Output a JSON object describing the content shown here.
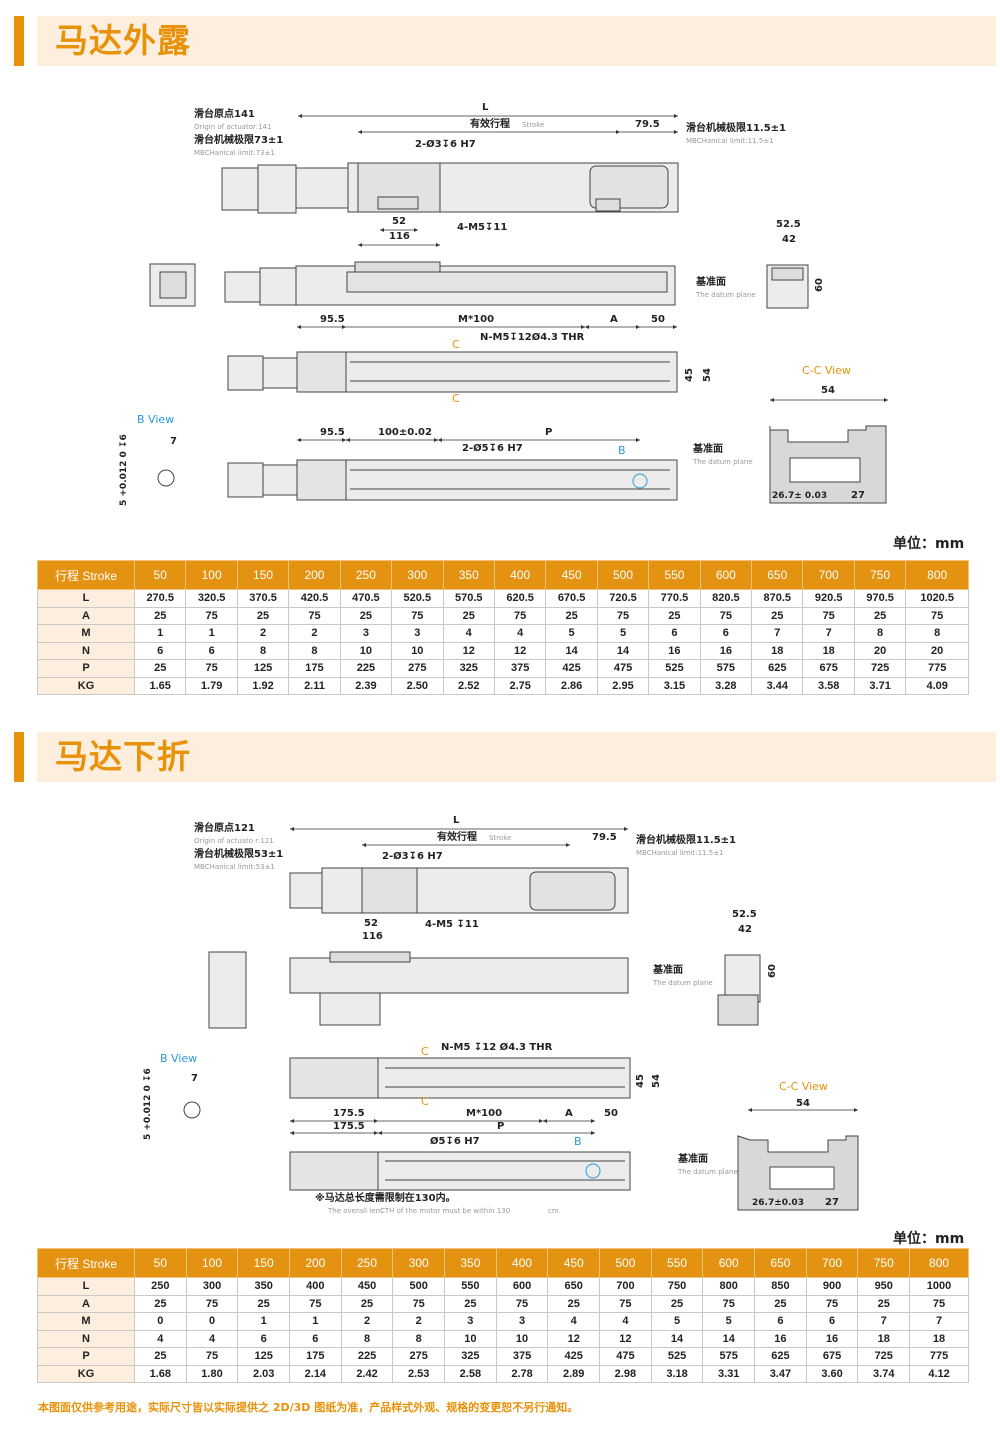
{
  "s1": {
    "title": "马达外露",
    "labels": {
      "L": "L",
      "stroke_cn": "有效行程",
      "stroke_en": "Stroke",
      "d79": "79.5",
      "origin_cn": "滑台原点141",
      "origin_en": "Origin of actuator:141",
      "lim_left_cn": "滑台机械极限73±1",
      "lim_left_en": "MBCHanical limit:73±1",
      "lim_right_cn": "滑台机械极限11.5±1",
      "lim_right_en": "MBCHanical limit:11.5±1",
      "hole1": "2-Ø3↧6 H7",
      "d52": "52",
      "d116": "116",
      "m5": "4-M5↧11",
      "d52_5": "52.5",
      "d42": "42",
      "d60": "60",
      "datum1_cn": "基准面",
      "datum1_en": "The datum plane",
      "d95a": "95.5",
      "m100": "M*100",
      "A": "A",
      "d50": "50",
      "nm5": "N-M5↧12Ø4.3 THR",
      "c1": "C",
      "c2": "C",
      "d45": "45",
      "d54": "54",
      "ccview": "C-C View",
      "cc54": "54",
      "bview": "B View",
      "b7": "7",
      "btol": "5 +0.012 0 ↧6",
      "d95b": "95.5",
      "d100": "100±0.02",
      "P": "P",
      "hole2": "2-Ø5↧6 H7",
      "B": "B",
      "datum2_cn": "基准面",
      "datum2_en": "The datum plane",
      "cc267": "26.7± 0.03",
      "cc27": "27"
    },
    "unit": "单位：mm",
    "table": {
      "header": [
        "行程 Stroke",
        "50",
        "100",
        "150",
        "200",
        "250",
        "300",
        "350",
        "400",
        "450",
        "500",
        "550",
        "600",
        "650",
        "700",
        "750",
        "800"
      ],
      "rows": [
        [
          "L",
          "270.5",
          "320.5",
          "370.5",
          "420.5",
          "470.5",
          "520.5",
          "570.5",
          "620.5",
          "670.5",
          "720.5",
          "770.5",
          "820.5",
          "870.5",
          "920.5",
          "970.5",
          "1020.5"
        ],
        [
          "A",
          "25",
          "75",
          "25",
          "75",
          "25",
          "75",
          "25",
          "75",
          "25",
          "75",
          "25",
          "75",
          "25",
          "75",
          "25",
          "75"
        ],
        [
          "M",
          "1",
          "1",
          "2",
          "2",
          "3",
          "3",
          "4",
          "4",
          "5",
          "5",
          "6",
          "6",
          "7",
          "7",
          "8",
          "8"
        ],
        [
          "N",
          "6",
          "6",
          "8",
          "8",
          "10",
          "10",
          "12",
          "12",
          "14",
          "14",
          "16",
          "16",
          "18",
          "18",
          "20",
          "20"
        ],
        [
          "P",
          "25",
          "75",
          "125",
          "175",
          "225",
          "275",
          "325",
          "375",
          "425",
          "475",
          "525",
          "575",
          "625",
          "675",
          "725",
          "775"
        ],
        [
          "KG",
          "1.65",
          "1.79",
          "1.92",
          "2.11",
          "2.39",
          "2.50",
          "2.52",
          "2.75",
          "2.86",
          "2.95",
          "3.15",
          "3.28",
          "3.44",
          "3.58",
          "3.71",
          "4.09"
        ]
      ]
    }
  },
  "s2": {
    "title": "马达下折",
    "labels": {
      "L": "L",
      "stroke_cn": "有效行程",
      "stroke_en": "Stroke",
      "d79": "79.5",
      "origin_cn": "滑台原点121",
      "origin_en": "Origin of actuato  r:121",
      "lim_left_cn": "滑台机械极限53±1",
      "lim_left_en": "MBCHanical limit:53±1",
      "lim_right_cn": "滑台机械极限11.5±1",
      "lim_right_en": "MBCHanical limit:11.5±1",
      "hole1": "2-Ø3↧6 H7",
      "d52": "52",
      "d116": "116",
      "m5": "4-M5 ↧11",
      "d52_5": "52.5",
      "d42": "42",
      "d60": "60",
      "datum1_cn": "基准面",
      "datum1_en": "The datum plane",
      "bview": "B View",
      "b7": "7",
      "btol": "5 +0.012 0 ↧6",
      "nm5": "N-M5 ↧12 Ø4.3 THR",
      "c1": "C",
      "c2": "C",
      "d45": "45",
      "d54": "54",
      "ccview": "C-C View",
      "cc54": "54",
      "d175a": "175.5",
      "d175b": "175.5",
      "m100": "M*100",
      "A": "A",
      "d50": "50",
      "P": "P",
      "hole2": "Ø5↧6 H7",
      "B": "B",
      "motor_note_cn": "※马达总长度需限制在130内。",
      "motor_note_en": "The overall lenCTH of the motor must be within 130",
      "motor_note_unit": "cm.",
      "datum2_cn": "基准面",
      "datum2_en": "The datum plane",
      "cc267": "26.7±0.03",
      "cc27": "27"
    },
    "unit": "单位：mm",
    "table": {
      "header": [
        "行程 Stroke",
        "50",
        "100",
        "150",
        "200",
        "250",
        "300",
        "350",
        "400",
        "450",
        "500",
        "550",
        "600",
        "650",
        "700",
        "750",
        "800"
      ],
      "rows": [
        [
          "L",
          "250",
          "300",
          "350",
          "400",
          "450",
          "500",
          "550",
          "600",
          "650",
          "700",
          "750",
          "800",
          "850",
          "900",
          "950",
          "1000"
        ],
        [
          "A",
          "25",
          "75",
          "25",
          "75",
          "25",
          "75",
          "25",
          "75",
          "25",
          "75",
          "25",
          "75",
          "25",
          "75",
          "25",
          "75"
        ],
        [
          "M",
          "0",
          "0",
          "1",
          "1",
          "2",
          "2",
          "3",
          "3",
          "4",
          "4",
          "5",
          "5",
          "6",
          "6",
          "7",
          "7"
        ],
        [
          "N",
          "4",
          "4",
          "6",
          "6",
          "8",
          "8",
          "10",
          "10",
          "12",
          "12",
          "14",
          "14",
          "16",
          "16",
          "18",
          "18"
        ],
        [
          "P",
          "25",
          "75",
          "125",
          "175",
          "225",
          "275",
          "325",
          "375",
          "425",
          "475",
          "525",
          "575",
          "625",
          "675",
          "725",
          "775"
        ],
        [
          "KG",
          "1.68",
          "1.80",
          "2.03",
          "2.14",
          "2.42",
          "2.53",
          "2.58",
          "2.78",
          "2.89",
          "2.98",
          "3.18",
          "3.31",
          "3.47",
          "3.60",
          "3.74",
          "4.12"
        ]
      ]
    }
  },
  "footer_note": "本图面仅供参考用途，实际尺寸皆以实际提供之 2D/3D 图纸为准，产品样式外观、规格的变更恕不另行通知。",
  "colors": {
    "accent": "#e8920a",
    "band": "#fdeedd",
    "table_header": "#e39211",
    "callout_blue": "#2a9ad6"
  }
}
